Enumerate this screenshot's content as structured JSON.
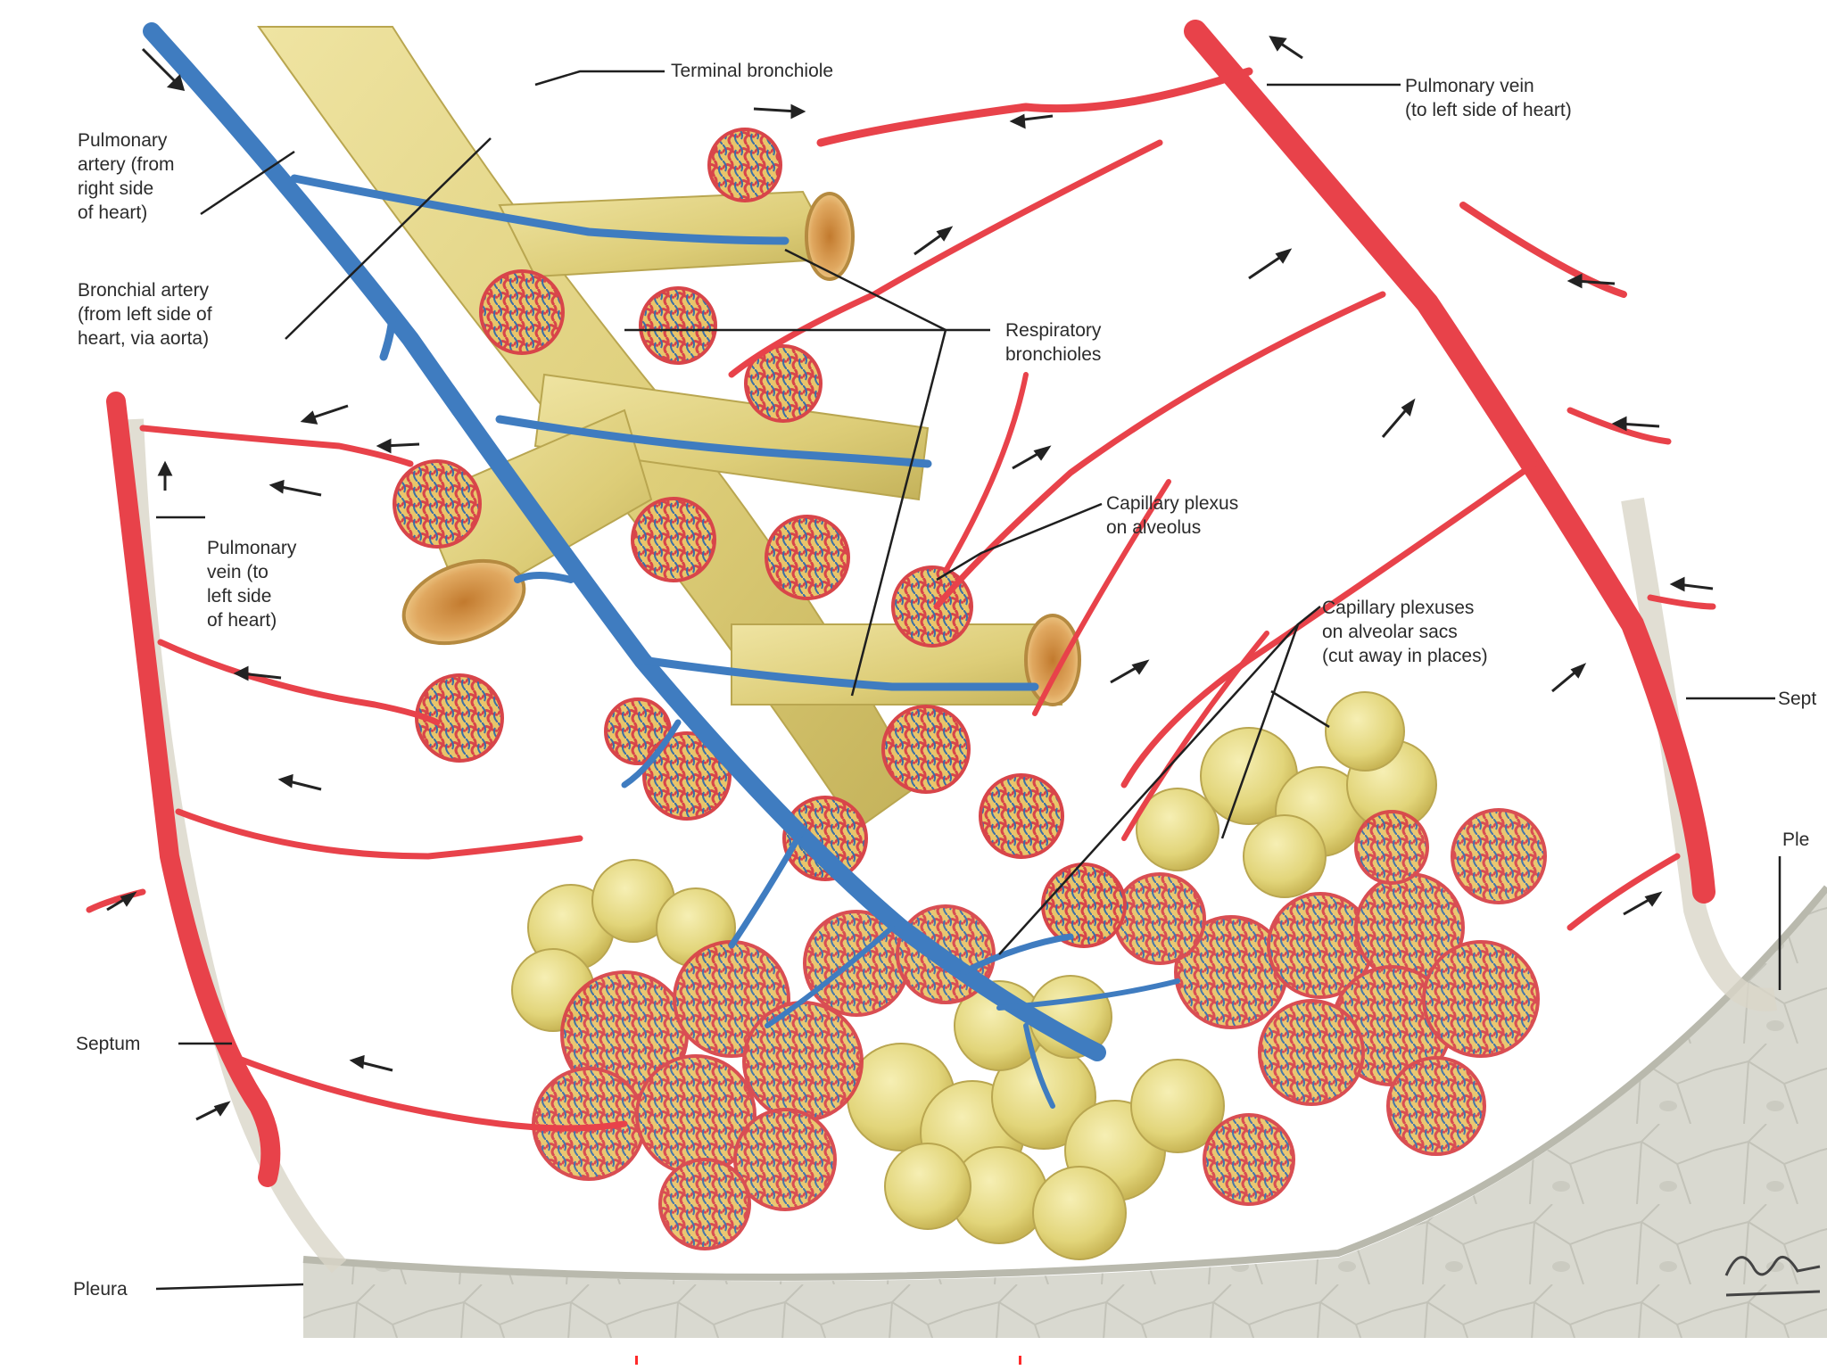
{
  "labels": {
    "terminal_bronchiole": "Terminal bronchiole",
    "pulmonary_vein_top": "Pulmonary vein\n(to left side of heart)",
    "pulmonary_artery": "Pulmonary\nartery (from\nright side\nof heart)",
    "bronchial_artery": "Bronchial artery\n(from left side of\nheart, via aorta)",
    "respiratory_bronchioles": "Respiratory\nbronchioles",
    "capillary_plexus_alveolus": "Capillary plexus\non alveolus",
    "pulmonary_vein_left": "Pulmonary\nvein (to\nleft side\nof heart)",
    "capillary_plexuses_sacs": "Capillary plexuses\non alveolar sacs\n(cut away in places)",
    "septum_right": "Sept",
    "pleura_right": "Ple",
    "septum_left": "Septum",
    "pleura_bottom": "Pleura"
  },
  "colors": {
    "artery_blue": "#3f7cc0",
    "vein_red": "#e8424a",
    "bronchiole_yellow": "#e6d987",
    "bronchiole_shadow": "#c8b85a",
    "alveolus_yellow": "#e9e08a",
    "pleura_gray": "#d8d8cf",
    "leader_line": "#1f1f1f",
    "red_mark": "#ff2a2a"
  }
}
